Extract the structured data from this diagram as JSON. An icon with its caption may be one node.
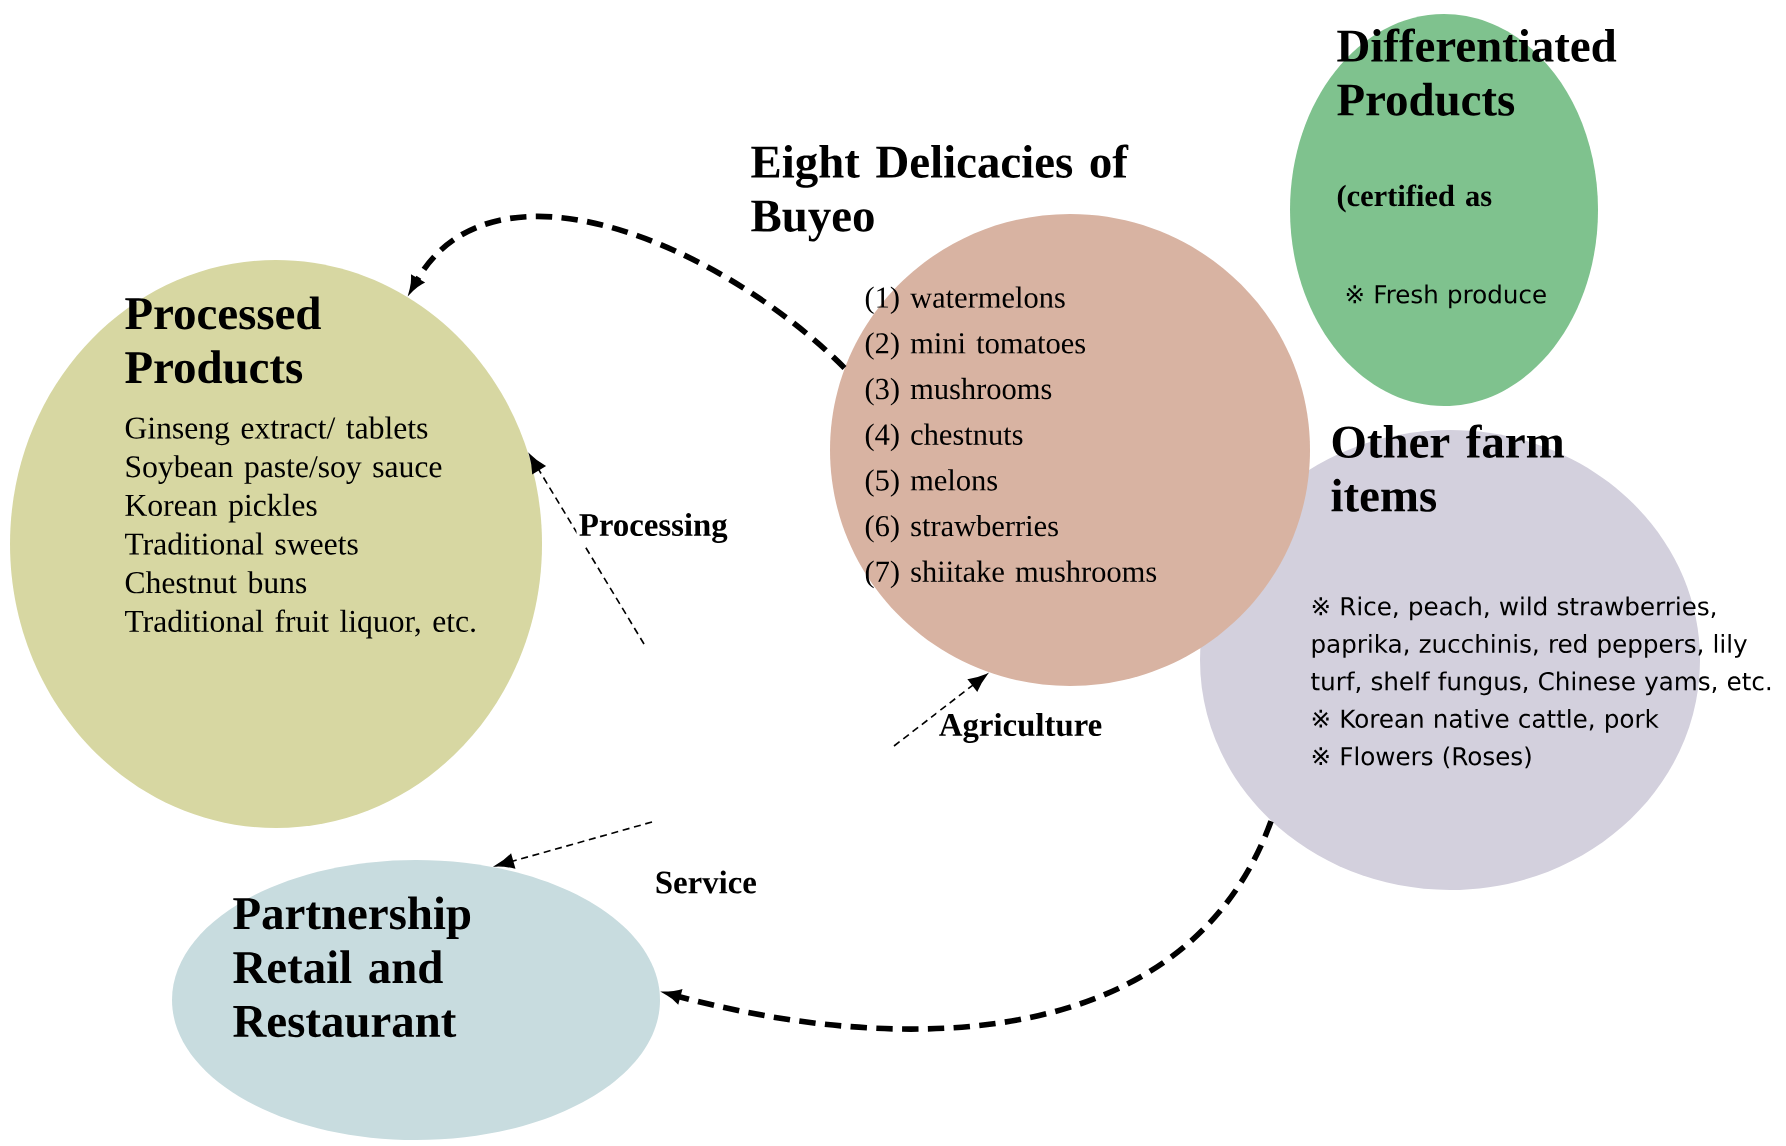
{
  "diagram": {
    "nodes": [
      {
        "text": [
          "Eight Delicacies of Buyeo",
          "(1) watermelons",
          "(2) mini tomatoes",
          "(3) mushrooms",
          "(4) chestnuts",
          "(5) melons",
          "(6) strawberries",
          "(7) shiitake mushrooms"
        ]
      },
      {
        "text": [
          "Differentiated Products",
          "(certified as",
          "※ Fresh produce"
        ]
      },
      {
        "text": [
          "Other farm items",
          "※ Rice, peach, wild strawberries, paprika, zucchinis, red peppers, lily turf, shelf fungus, Chinese yams, etc.",
          "※ Korean native cattle, pork",
          "※ Flowers (Roses)"
        ]
      },
      {
        "text": [
          "Processed Products",
          "Ginseng extract/ tablets",
          "Soybean paste/soy sauce",
          "Korean pickles",
          "Traditional sweets",
          "Chestnut buns",
          "Traditional fruit liquor, etc."
        ]
      },
      {
        "text": [
          "Partnership Retail and Restaurant"
        ]
      }
    ],
    "edges": [
      {
        "from": 0,
        "to": 3,
        "arrow": "to",
        "style": "dashed"
      },
      {
        "from": null,
        "to": 3,
        "arrow": "to",
        "label": "Processing",
        "style": "dashed"
      },
      {
        "from": null,
        "to": 0,
        "arrow": "to",
        "label": "Agriculture",
        "style": "dashed"
      },
      {
        "from": null,
        "to": 4,
        "arrow": "to",
        "label": "Service",
        "style": "dashed"
      },
      {
        "from": 2,
        "to": 4,
        "arrow": "to",
        "style": "dashed"
      }
    ]
  }
}
